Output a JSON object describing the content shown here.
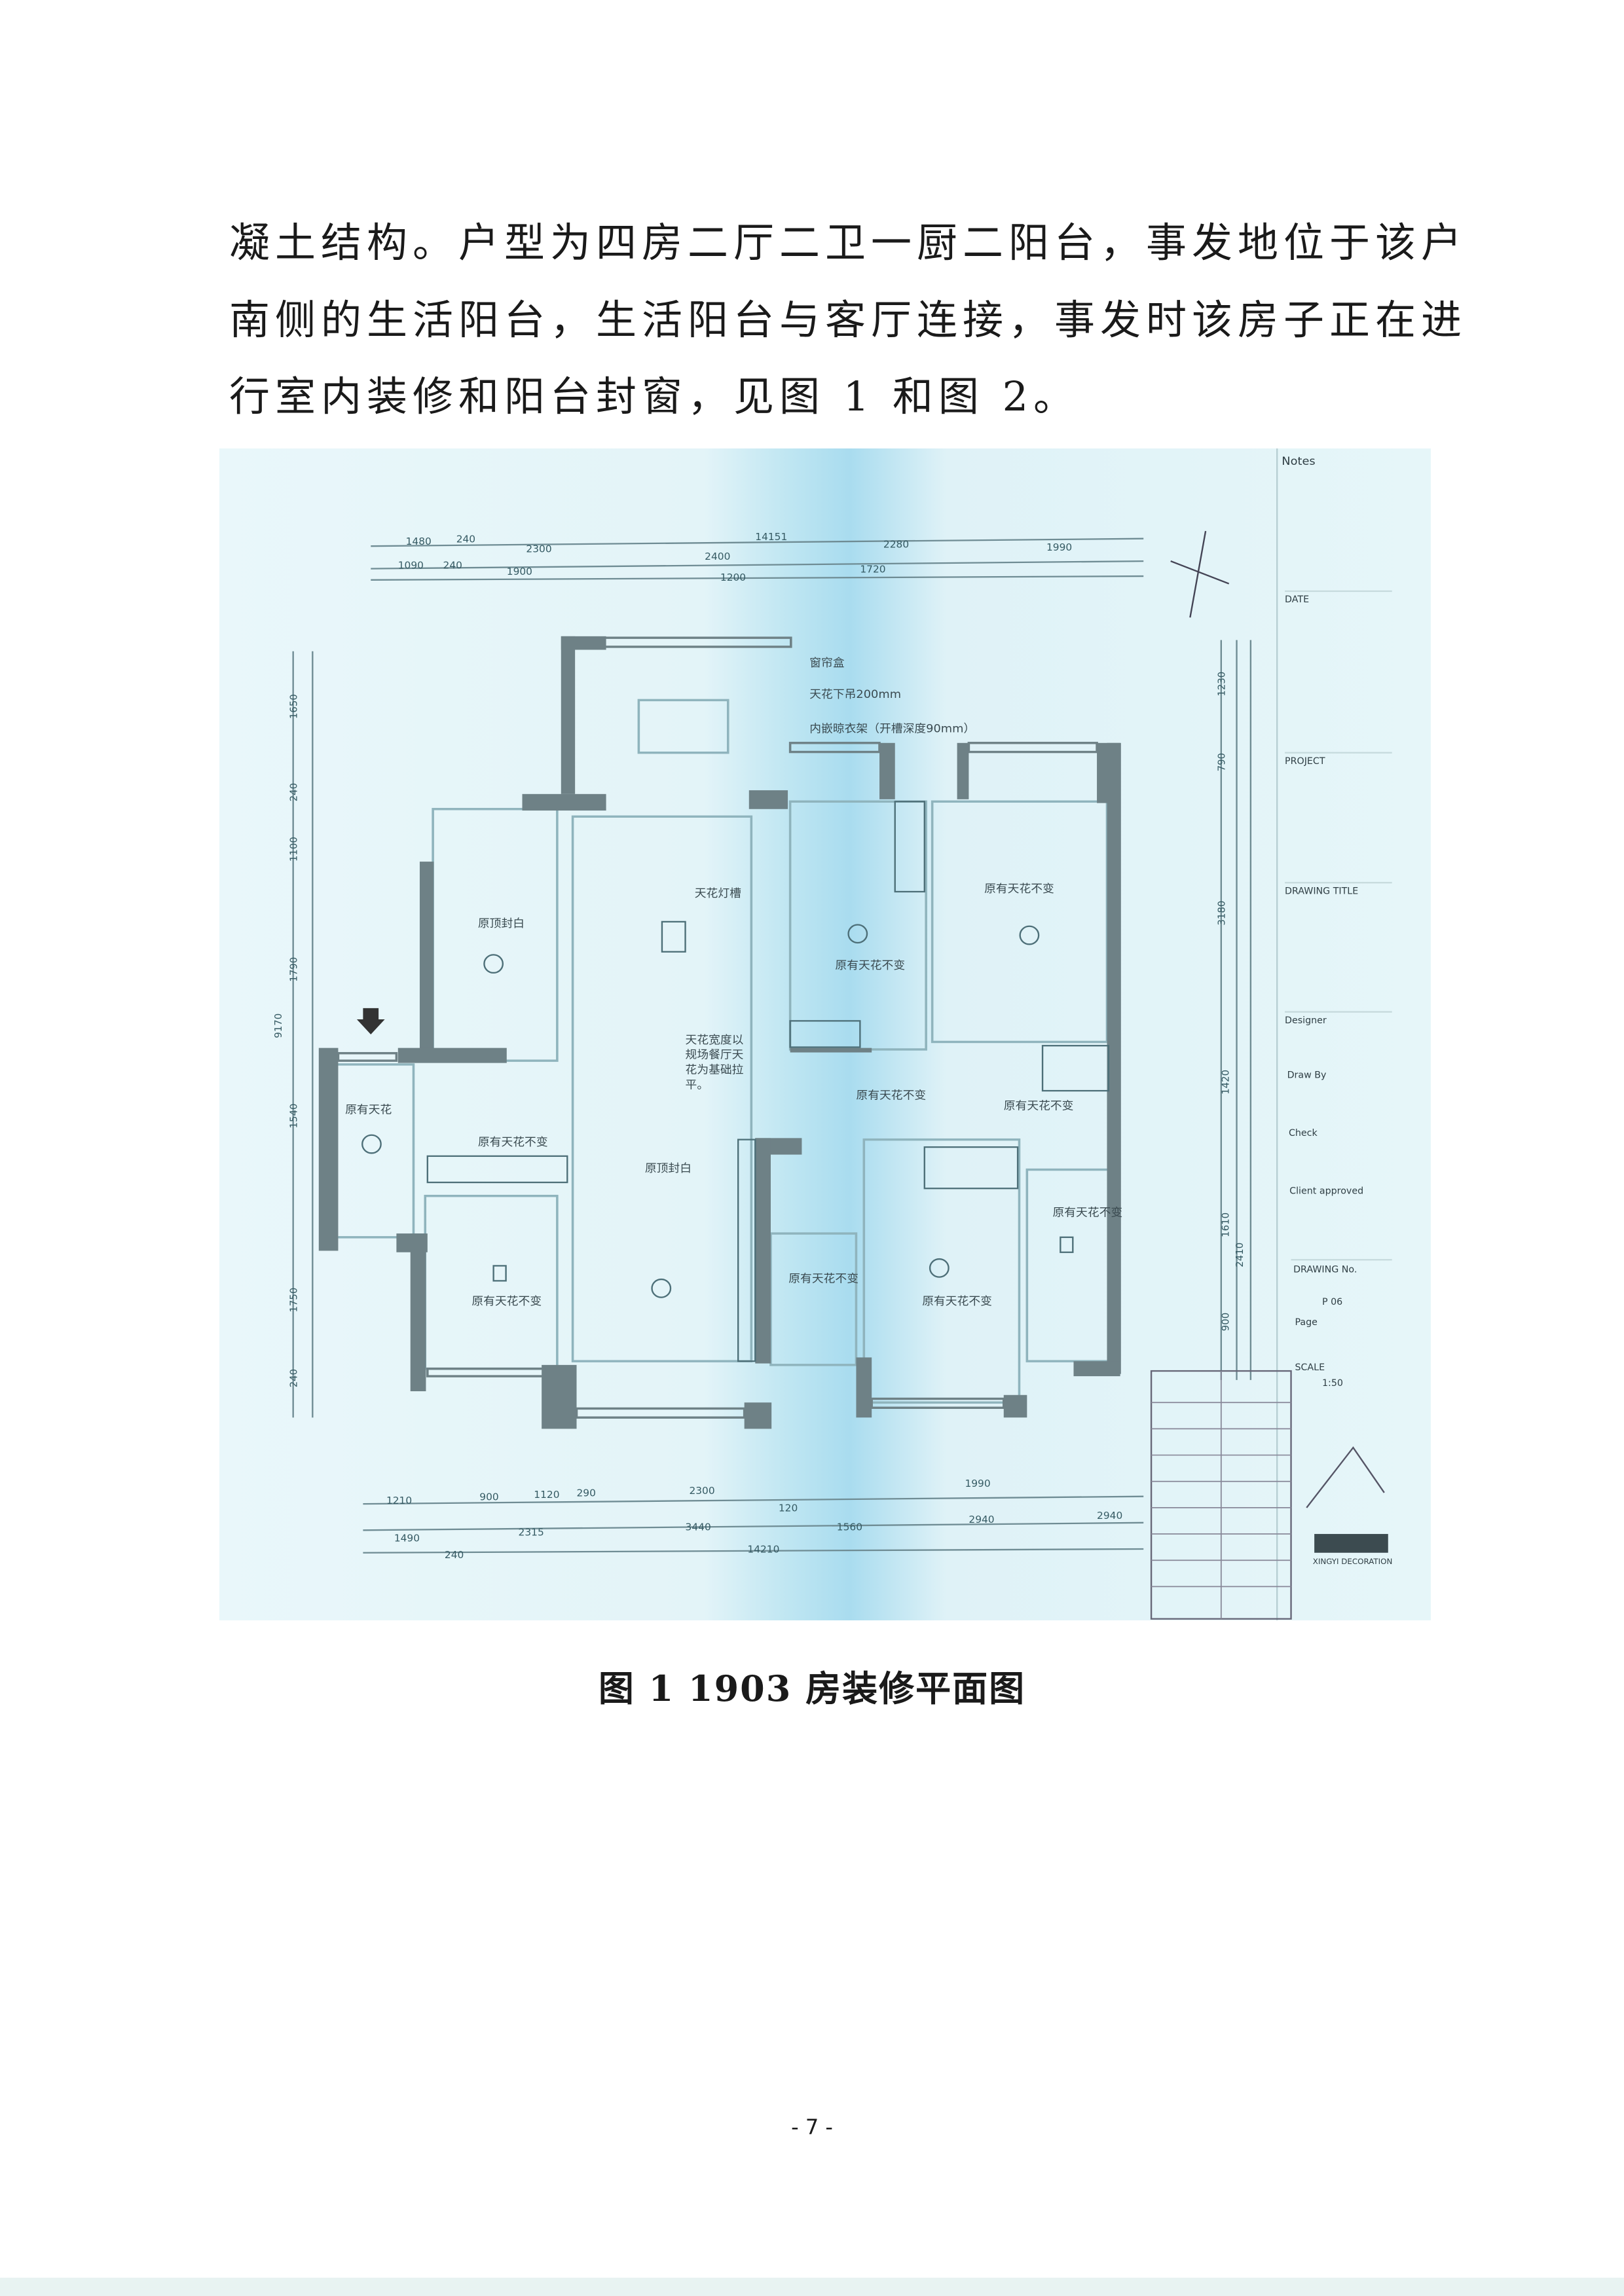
{
  "body_text": [
    "凝土结构。户型为四房二厅二卫一厨二阳台，事发地位于该户",
    "南侧的生活阳台，生活阳台与客厅连接，事发时该房子正在进",
    "行室内装修和阳台封窗，见图 1 和图 2。"
  ],
  "figure": {
    "caption": "图 1 1903 房装修平面图",
    "room_labels": {
      "balcony_top_left": "原顶封白",
      "ceiling_slot": "天花灯槽",
      "center_room": "原有天花不变",
      "right_bedroom": "原有天花不变",
      "left_small": "原有天花",
      "left_corridor": "原有天花不变",
      "living": "原顶封白",
      "hall": "原有天花不变",
      "hall_right": "原有天花不变",
      "bath": "原有天花不变",
      "bottom_left_room": "原有天花不变",
      "bottom_bedroom": "原有天花不变",
      "bottom_right_room": "原有天花不变"
    },
    "notes_callouts": [
      "窗帘盒",
      "天花下吊200mm",
      "内嵌晾衣架（开槽深度90mm）"
    ],
    "ceiling_note": [
      "天花宽度以",
      "规场餐厅天",
      "花为基础拉",
      "平。"
    ],
    "dimensions_top": [
      "1480",
      "240",
      "2300",
      "14151",
      "2280",
      "1990",
      "1090",
      "240",
      "1900",
      "2400",
      "1720",
      "1200"
    ],
    "dimensions_bottom": [
      "1210",
      "900",
      "1120",
      "290",
      "2300",
      "120",
      "1990",
      "2940",
      "1490",
      "240",
      "2315",
      "3440",
      "14210",
      "1560",
      "2940"
    ],
    "dimensions_left": [
      "1650",
      "240",
      "1100",
      "1790",
      "9170",
      "1540",
      "1750",
      "240"
    ],
    "dimensions_right": [
      "1230",
      "790",
      "3180",
      "1420",
      "1610",
      "2410",
      "900"
    ],
    "title_block": {
      "notes": "Notes",
      "date": "DATE",
      "project": "PROJECT",
      "drawing_title": "DRAWING TITLE",
      "designer": "Designer",
      "draw_by": "Draw By",
      "check": "Check",
      "client_approved": "Client approved",
      "drawing_no_label": "DRAWING No.",
      "drawing_no": "P 06",
      "page": "Page",
      "scale_label": "SCALE",
      "scale": "1:50",
      "company_en": "XINGYI DECORATION"
    }
  },
  "page_number": "- 7 -"
}
